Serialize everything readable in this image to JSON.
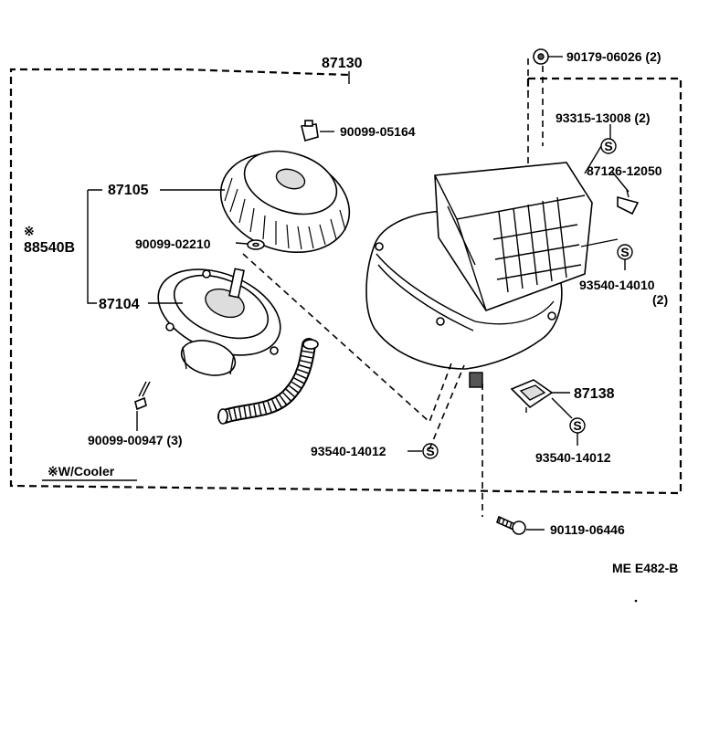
{
  "callouts": {
    "p87130": "87130",
    "p90179": "90179-06026 (2)",
    "p90099_05164": "90099-05164",
    "p93315": "93315-13008 (2)",
    "p87126": "87126-12050",
    "p87105": "87105",
    "p88540_mark": "※",
    "p88540": "88540B",
    "p90099_02210": "90099-02210",
    "p93540_14010": "93540-14010",
    "p93540_14010_qty": "(2)",
    "p87104": "87104",
    "p87138": "87138",
    "p90099_00947": "90099-00947 (3)",
    "p93540_14012a": "93540-14012",
    "p93540_14012b": "93540-14012",
    "p90119": "90119-06446"
  },
  "note": "※W/Cooler",
  "s_marker": "S",
  "diagram_code": "ME E482-B"
}
